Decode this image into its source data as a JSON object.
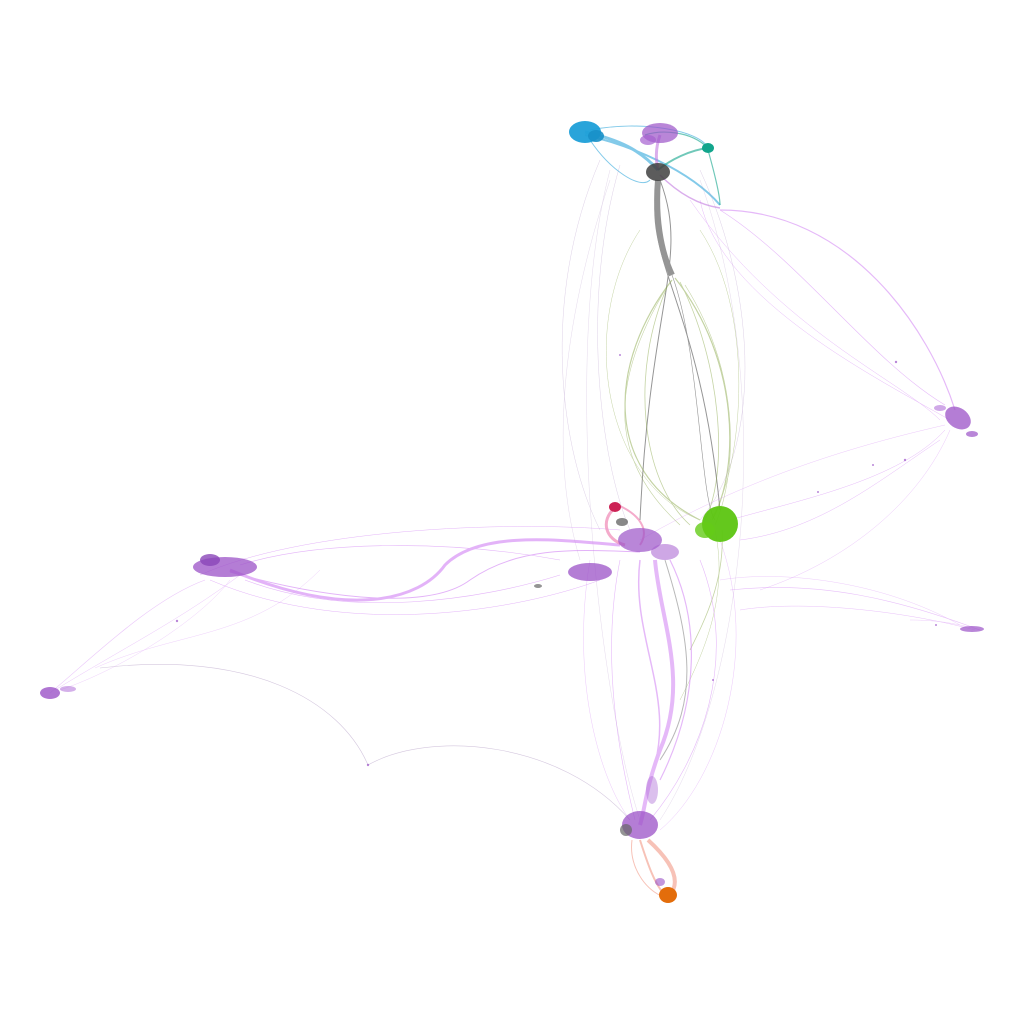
{
  "palette": {
    "background": "#ffffff",
    "cyan": "#1e9fd8",
    "teal": "#12a58c",
    "dark": "#3f3f3f",
    "purple": "#9b52c7",
    "light_purple": "#d58cf5",
    "green": "#5cc511",
    "olive": "#8aa84a",
    "crimson": "#cc2255",
    "pink": "#ef7fb0",
    "orange": "#e36d0b",
    "salmon": "#f29a88",
    "gray": "#777777"
  },
  "clusters": [
    {
      "name": "cyan-cluster",
      "color": "cyan"
    },
    {
      "name": "top-purple-cluster",
      "color": "purple"
    },
    {
      "name": "teal-cluster",
      "color": "teal"
    },
    {
      "name": "top-dark-cluster",
      "color": "dark"
    },
    {
      "name": "right-purple-cluster",
      "color": "purple"
    },
    {
      "name": "green-cluster",
      "color": "green"
    },
    {
      "name": "crimson-cluster",
      "color": "crimson"
    },
    {
      "name": "center-purple-cluster",
      "color": "purple"
    },
    {
      "name": "west-purple-cluster",
      "color": "purple"
    },
    {
      "name": "far-west-purple-cluster",
      "color": "purple"
    },
    {
      "name": "east-small-cluster",
      "color": "purple"
    },
    {
      "name": "south-purple-cluster",
      "color": "purple"
    },
    {
      "name": "orange-cluster",
      "color": "orange"
    }
  ]
}
